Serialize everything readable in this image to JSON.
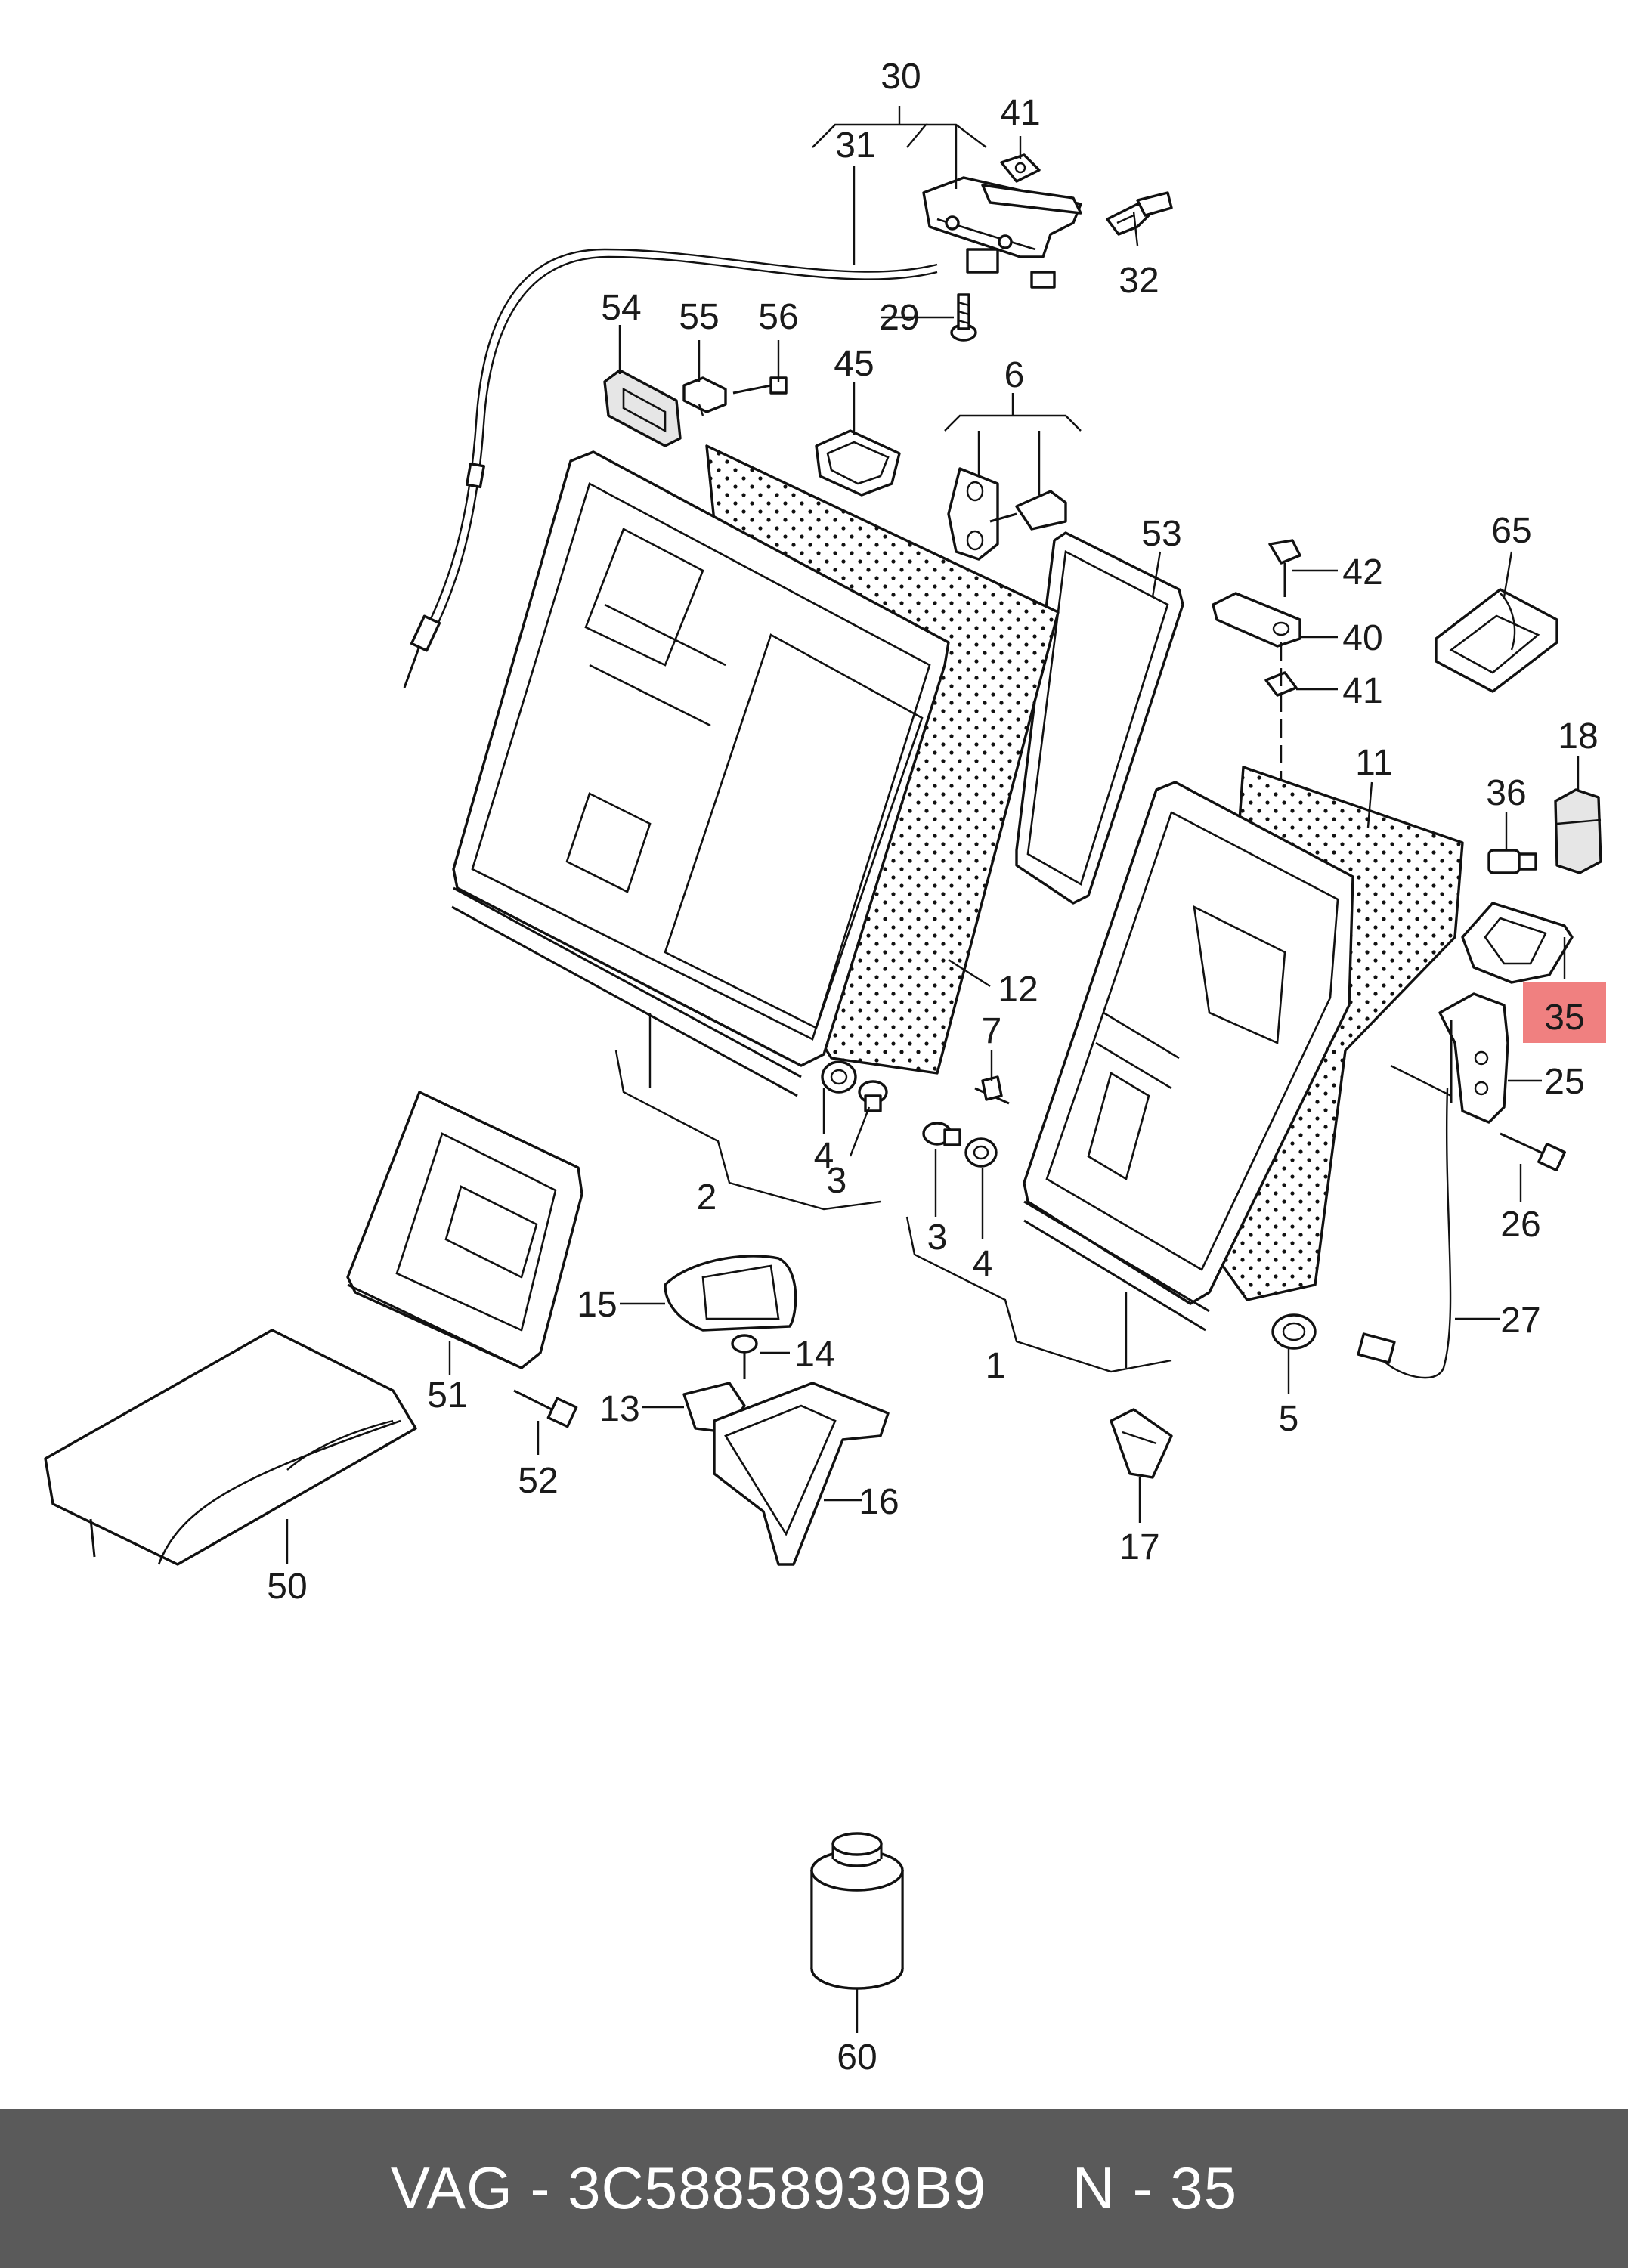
{
  "diagram": {
    "callouts": [
      "30",
      "31",
      "41",
      "32",
      "29",
      "54",
      "55",
      "56",
      "45",
      "6",
      "53",
      "42",
      "40",
      "41",
      "65",
      "11",
      "18",
      "36",
      "35",
      "25",
      "26",
      "27",
      "12",
      "7",
      "4",
      "3",
      "2",
      "3",
      "4",
      "1",
      "5",
      "15",
      "14",
      "13",
      "16",
      "17",
      "51",
      "52",
      "50",
      "60"
    ],
    "highlighted": "35",
    "highlight_color": "#f08080"
  },
  "footer": {
    "text": "VAG - 3C58858939B9     N - 35",
    "background": "#5a5a5a"
  }
}
